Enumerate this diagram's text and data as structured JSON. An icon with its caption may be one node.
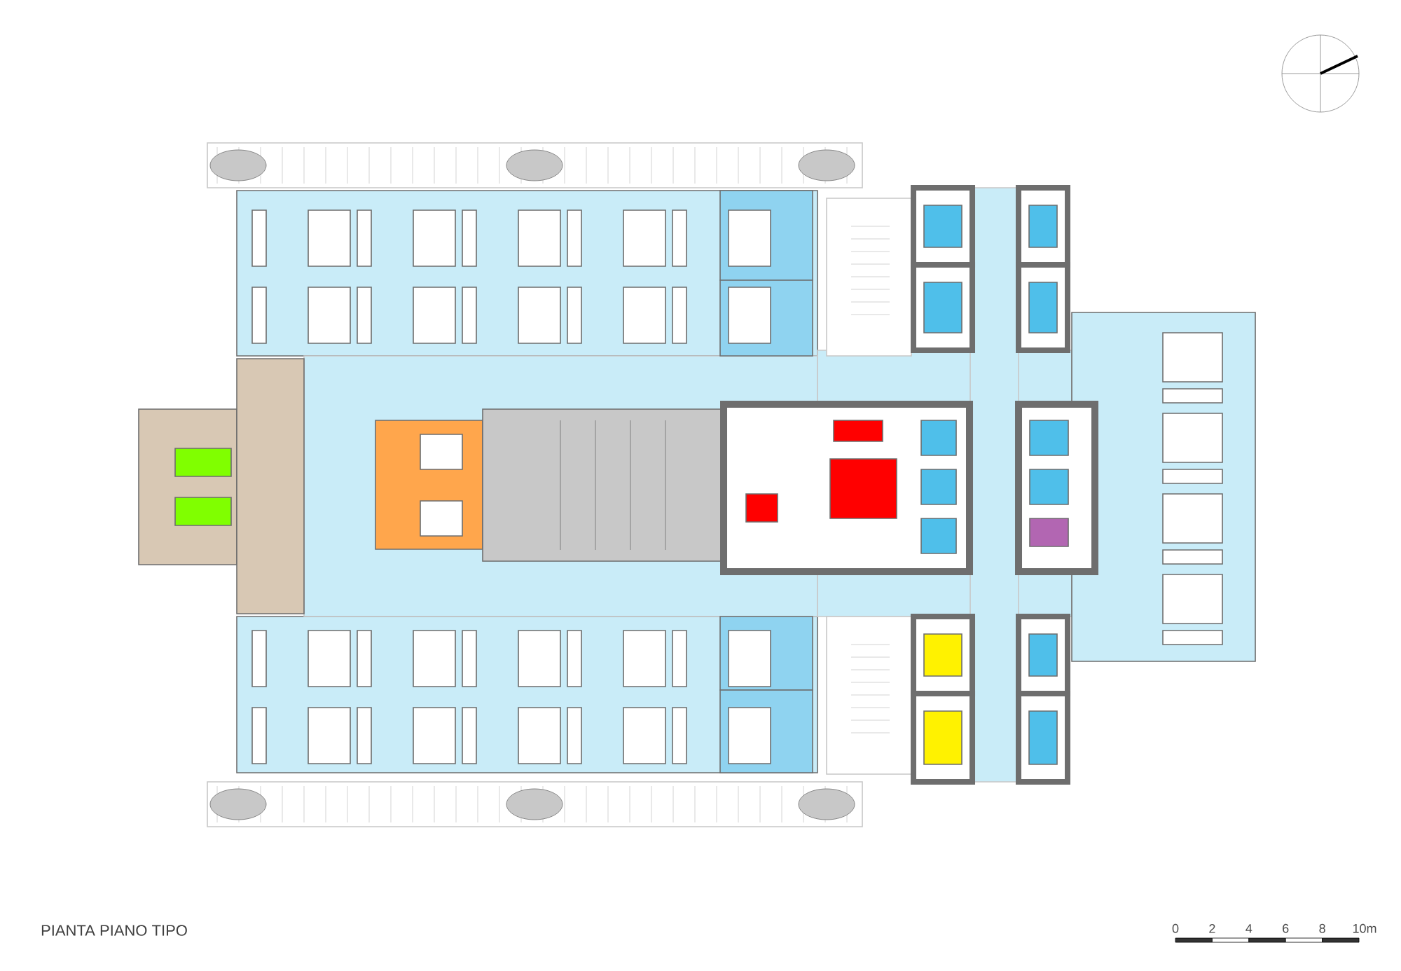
{
  "diagram": {
    "title": "PIANTA PIANO TIPO",
    "labels": [
      "0",
      "2",
      "4",
      "6",
      "8",
      "10m"
    ]
  }
}
